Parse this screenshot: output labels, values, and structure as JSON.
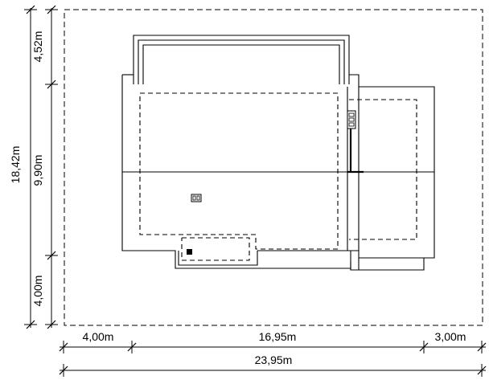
{
  "dimensions": {
    "left_total": "18,42m",
    "left_top": "4,52m",
    "left_middle": "9,90m",
    "left_bottom": "4,00m",
    "bottom_left": "4,00m",
    "bottom_middle": "16,95m",
    "bottom_right": "3,00m",
    "bottom_total": "23,95m"
  },
  "symbols": {
    "chimney_icon": "chimney-vent-icon",
    "small_vent_icon": "roof-vent-icon",
    "drain_icon": "drain-square-icon"
  }
}
